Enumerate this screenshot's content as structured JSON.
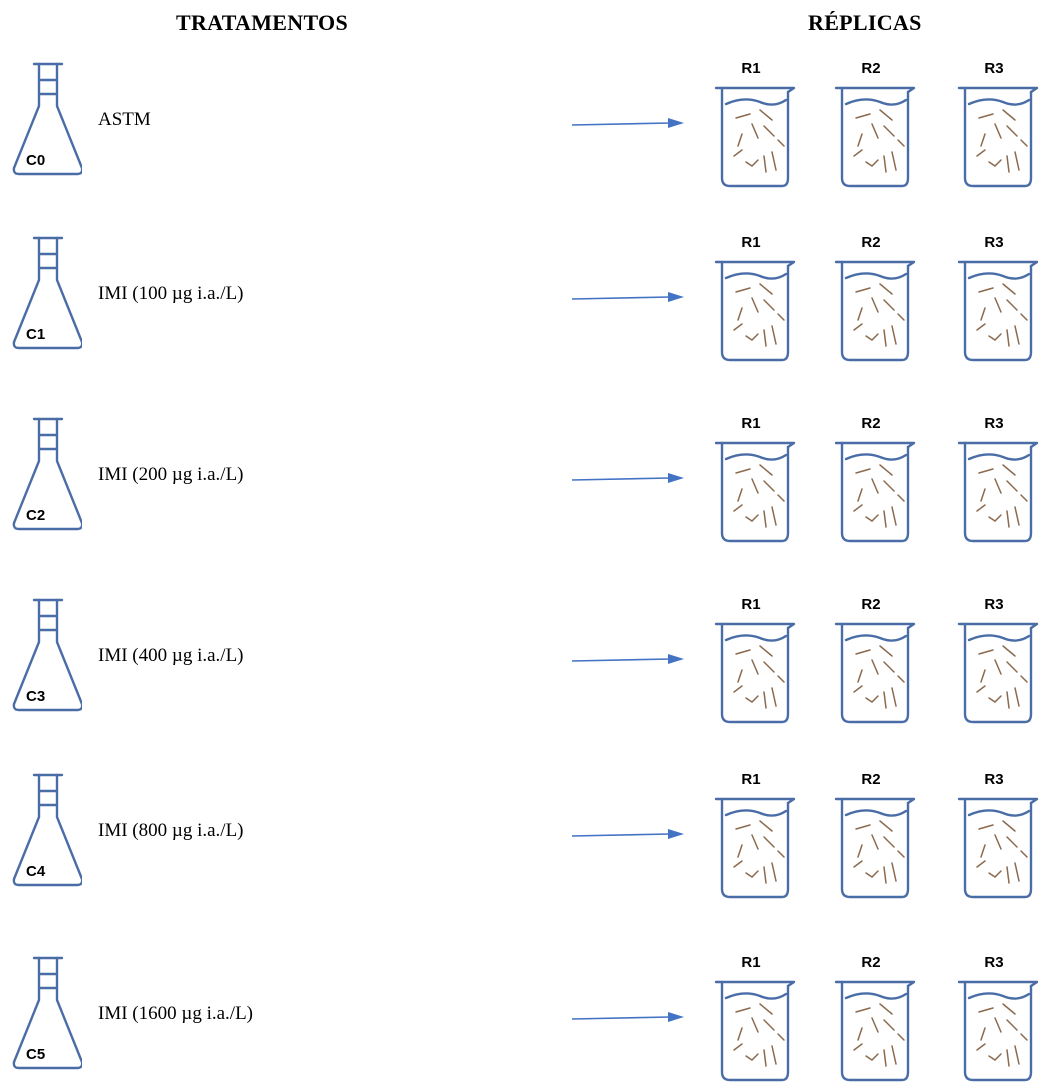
{
  "headers": {
    "treatments": "TRATAMENTOS",
    "replicates": "RÉPLICAS"
  },
  "colors": {
    "outline": "#4a6da7",
    "arrow": "#4472c4",
    "organisms": "#8b6a4e"
  },
  "rows": [
    {
      "flask_label": "C0",
      "treatment": "ASTM",
      "replicates": [
        "R1",
        "R2",
        "R3"
      ]
    },
    {
      "flask_label": "C1",
      "treatment": "IMI (100 µg i.a./L)",
      "replicates": [
        "R1",
        "R2",
        "R3"
      ]
    },
    {
      "flask_label": "C2",
      "treatment": "IMI (200 µg i.a./L)",
      "replicates": [
        "R1",
        "R2",
        "R3"
      ]
    },
    {
      "flask_label": "C3",
      "treatment": "IMI (400 µg i.a./L)",
      "replicates": [
        "R1",
        "R2",
        "R3"
      ]
    },
    {
      "flask_label": "C4",
      "treatment": "IMI (800 µg i.a./L)",
      "replicates": [
        "R1",
        "R2",
        "R3"
      ]
    },
    {
      "flask_label": "C5",
      "treatment": "IMI (1600 µg i.a./L)",
      "replicates": [
        "R1",
        "R2",
        "R3"
      ]
    }
  ]
}
